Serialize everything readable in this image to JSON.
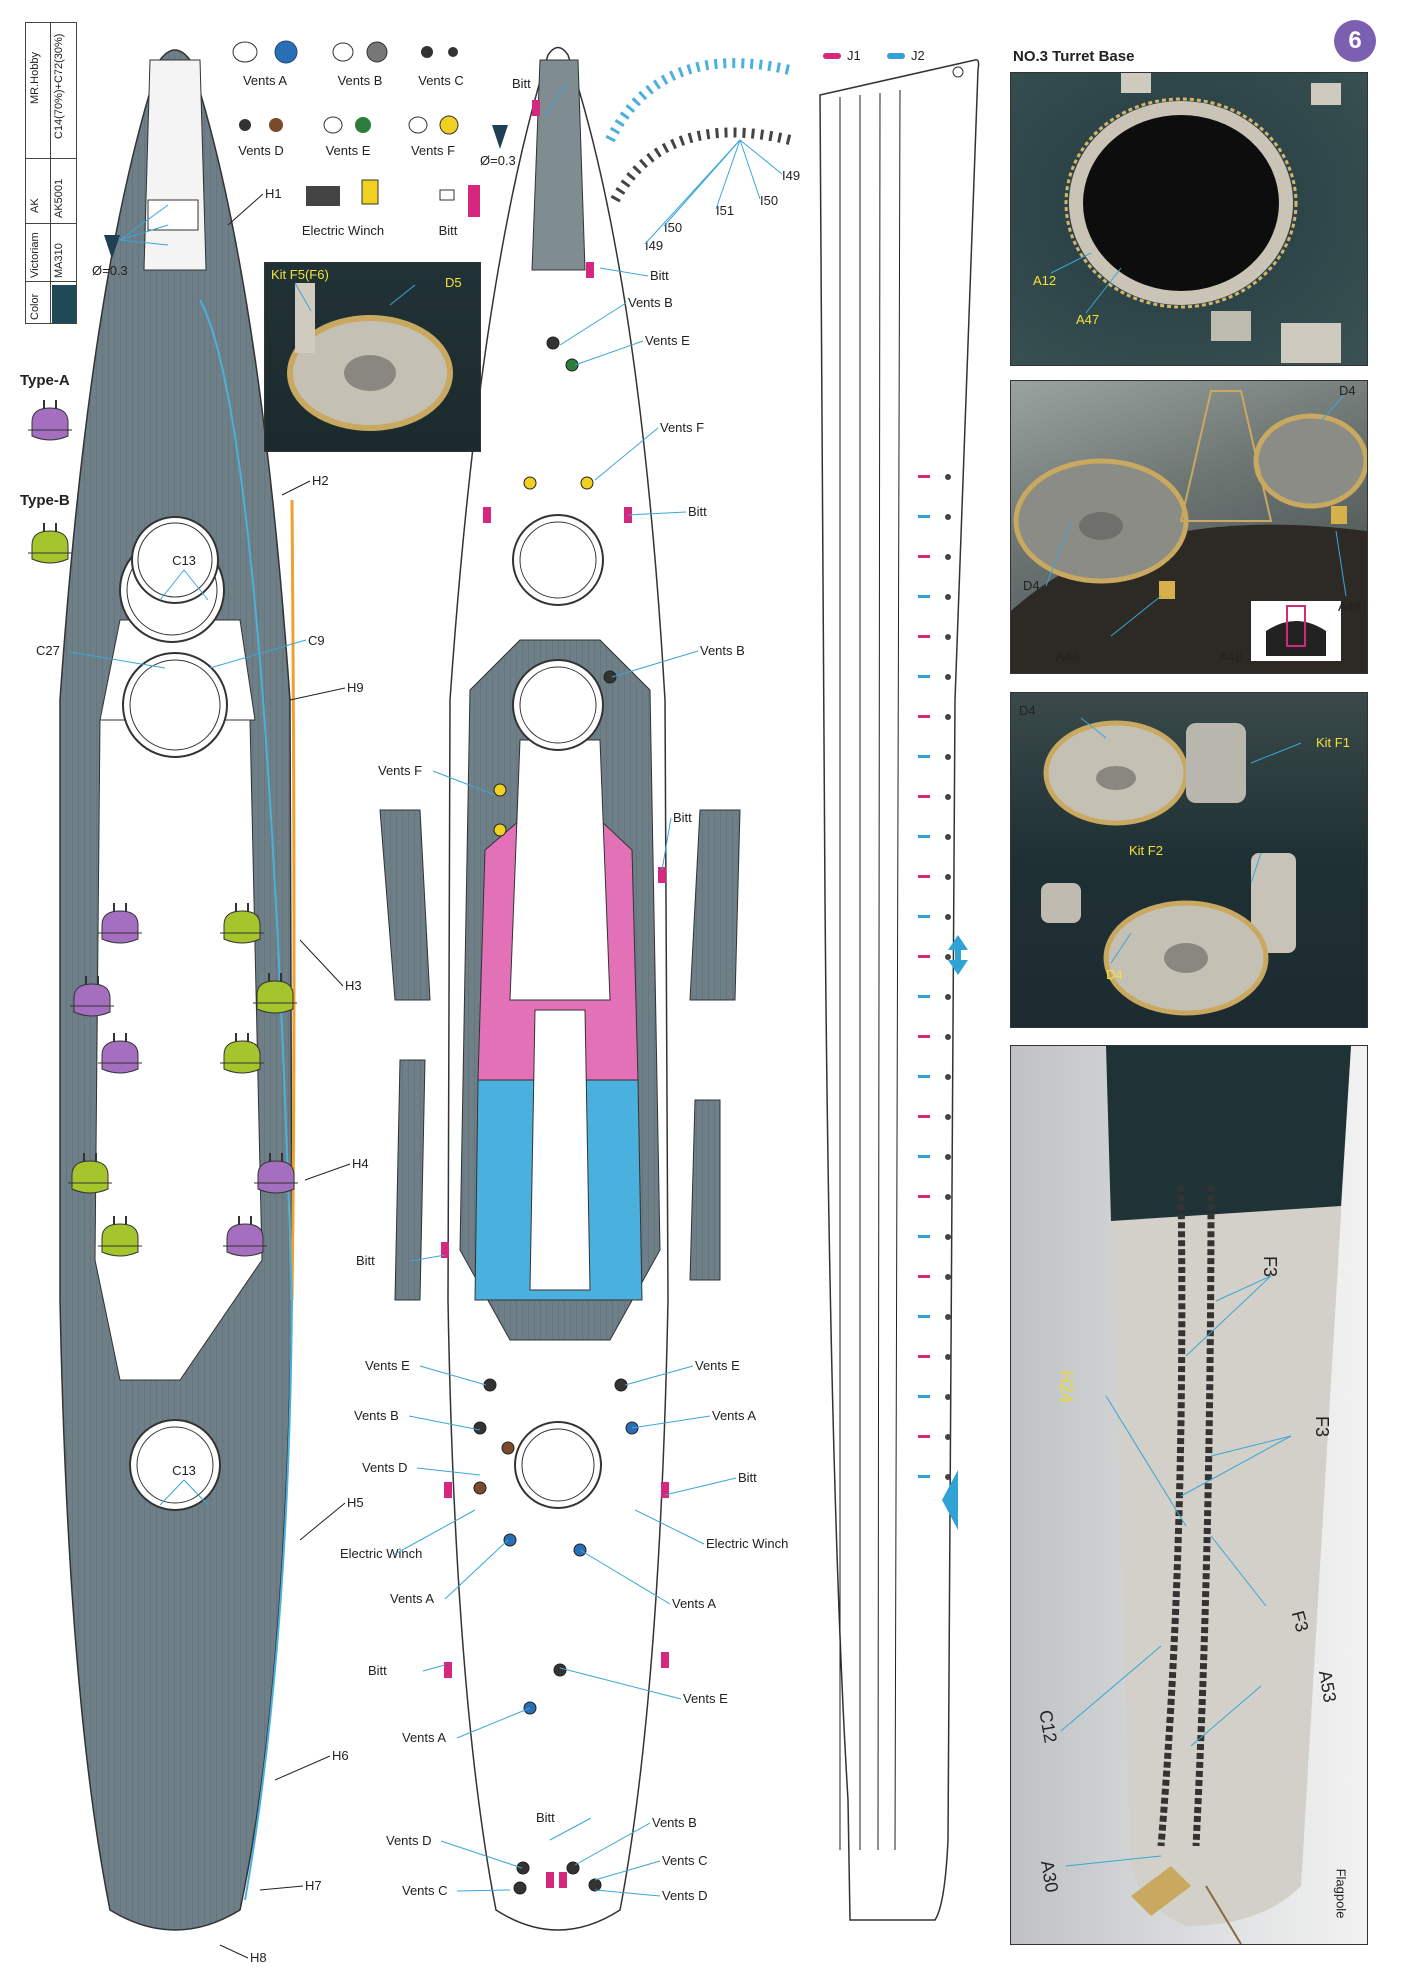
{
  "step_number": "6",
  "paint_table": {
    "brands": [
      "MR.Hobby",
      "AK",
      "Victoriam",
      "Color"
    ],
    "codes": [
      "C14(70%)+C72(30%)",
      "AK5001",
      "MA310"
    ],
    "swatch_color": "#1e4a55"
  },
  "types": [
    {
      "label": "Type-A",
      "color": "#a56fc0"
    },
    {
      "label": "Type-B",
      "color": "#a6c42c"
    }
  ],
  "vent_legend": [
    {
      "label": "Vents A"
    },
    {
      "label": "Vents B"
    },
    {
      "label": "Vents C"
    },
    {
      "label": "Vents D"
    },
    {
      "label": "Vents E"
    },
    {
      "label": "Vents F"
    },
    {
      "label": "Electric Winch"
    },
    {
      "label": "Bitt"
    }
  ],
  "diameter_note": "Ø=0.3",
  "inset_labels": [
    "Kit F5(F6)",
    "D5"
  ],
  "hull_part_labels": [
    "H1",
    "H2",
    "H3",
    "H4",
    "H5",
    "H6",
    "H7",
    "H8",
    "H9"
  ],
  "deck_labels": [
    "C13",
    "C9",
    "C27",
    "C13"
  ],
  "middle_labels": {
    "vents_b": "Vents B",
    "vents_e": "Vents E",
    "vents_f": "Vents F",
    "vents_a": "Vents A",
    "vents_c": "Vents C",
    "vents_d": "Vents D",
    "bitt": "Bitt",
    "electric_winch": "Electric Winch"
  },
  "rail_labels": [
    "I49",
    "I50",
    "I51",
    "I50",
    "I49"
  ],
  "side_legend": [
    {
      "label": "J1",
      "color": "#d6277f"
    },
    {
      "label": "J2",
      "color": "#2fa3d6"
    }
  ],
  "photos": {
    "turret_title": "NO.3 Turret Base",
    "p1": [
      "A12",
      "A47"
    ],
    "p2": [
      "D4",
      "D4",
      "A48",
      "A48",
      "A48"
    ],
    "p3": [
      "D4",
      "Kit F1",
      "Kit F2",
      "D4"
    ],
    "p4": [
      "F3",
      "F3",
      "F3",
      "H24",
      "C12",
      "A53",
      "A30",
      "Flagpole"
    ]
  },
  "colors": {
    "deck": "#6e7f87",
    "pink": "#e371b7",
    "blue": "#4ab0dd",
    "orange": "#f0a030",
    "vent_blue": "#2a6fb5",
    "vent_green": "#2d7d3a",
    "vent_yellow": "#f0d020"
  }
}
